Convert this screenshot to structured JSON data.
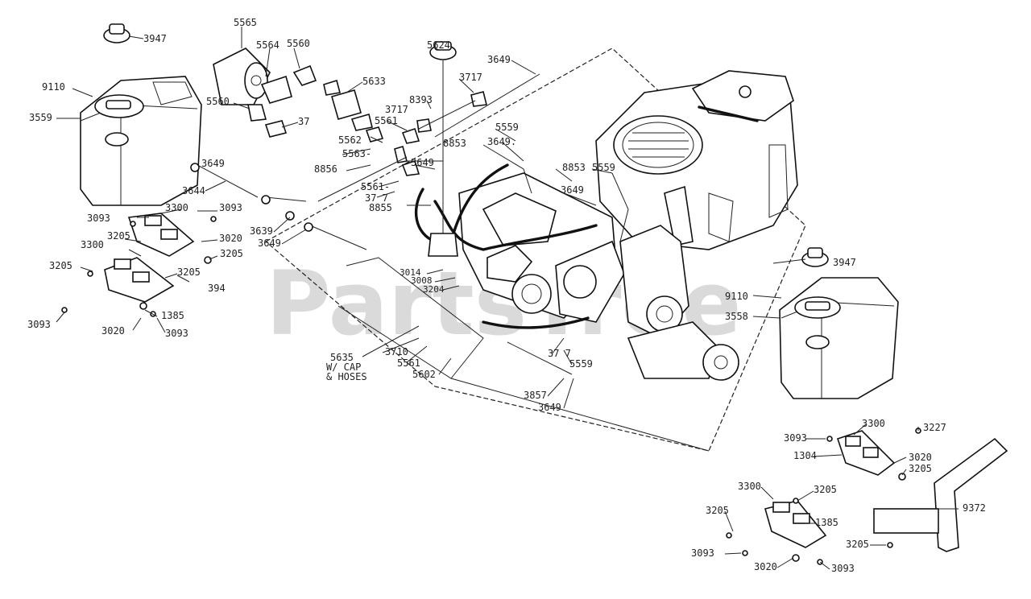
{
  "watermark": "PartsTree",
  "callouts": {
    "c3947_left": "3947",
    "c9110": "9110",
    "c3559": "3559",
    "c5565": "5565",
    "c5564": "5564",
    "c5560": "5560",
    "c5560b": "5560",
    "c5633": "5633",
    "c37": "37",
    "c3717a": "3717",
    "c8393": "8393",
    "c3717b": "3717",
    "c5561a": "5561",
    "c5562": "5562",
    "c5563": "5563-",
    "c8856": "8856",
    "c5624": "5624",
    "c3649_top": "3649",
    "c5559": "5559",
    "c3649_a": "3649.",
    "c8853a": "8853",
    "c3649_b": "3649",
    "c5561b": "5561-",
    "c37_7": "37 7",
    "c8855": "8855",
    "c8853b": "8853",
    "c5559b": "5559",
    "c3649_c": "3649",
    "c3649_d": "3649",
    "c3644": "3644",
    "c3093_a": "3093",
    "c3300_a": "3300",
    "c3093_b": "3093",
    "c3205_a": "3205",
    "c3020_a": "3020",
    "c3300_b": "3300",
    "c3205_b": "3205",
    "c3205_c": "3205",
    "c3205_d": "3205",
    "c394": "394",
    "c3639": "3639",
    "c3649_e": "3649",
    "c1385": "1385",
    "c3093_c": "3093",
    "c3020_b": "3020",
    "c3093_d": "3093",
    "c3014": "3014",
    "c3008": "3008",
    "c3204": "3204",
    "c5635": "5635",
    "c5635_note1": "W/ CAP",
    "c5635_note2": "& HOSES",
    "c3710": "3710",
    "c5561c": "5561",
    "c5602": "5602",
    "c3717c": "37 7",
    "c5559c": "5559",
    "c3857": "3857",
    "c3649_f": "3649",
    "c3947_right": "3947",
    "c9110b": "9110",
    "c3558": "3558",
    "c3093_e": "3093",
    "c3300_c": "3300",
    "c3227": "3227",
    "c1304": "1304",
    "c3020_c": "3020",
    "c3205_e": "3205",
    "c3300_d": "3300",
    "c3205_f": "3205",
    "c3205_g": "3205",
    "c1385b": "1385",
    "c9372": "9372",
    "c3093_f": "3093",
    "c3020_d": "3020",
    "c3093_g": "3093",
    "c3205_h": "3205"
  }
}
